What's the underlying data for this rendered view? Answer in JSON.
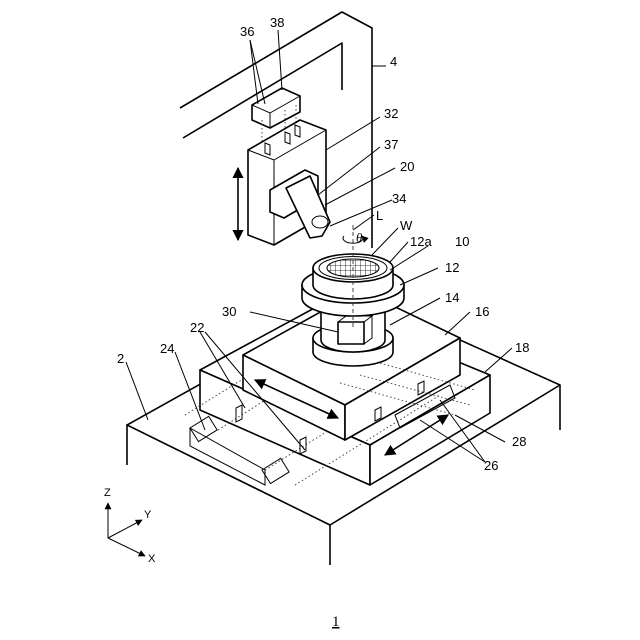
{
  "labels": {
    "n4": "4",
    "n36": "36",
    "n38": "38",
    "n32": "32",
    "n37": "37",
    "n20": "20",
    "n34": "34",
    "nL": "L",
    "nW": "W",
    "theta": "θ",
    "n12a": "12a",
    "n10": "10",
    "n12": "12",
    "n14": "14",
    "n16": "16",
    "n30": "30",
    "n22": "22",
    "n24": "24",
    "n2": "2",
    "n18": "18",
    "n28": "28",
    "n26": "26"
  },
  "axes": {
    "z": "Z",
    "y": "Y",
    "x": "X"
  },
  "figure_number": "1"
}
